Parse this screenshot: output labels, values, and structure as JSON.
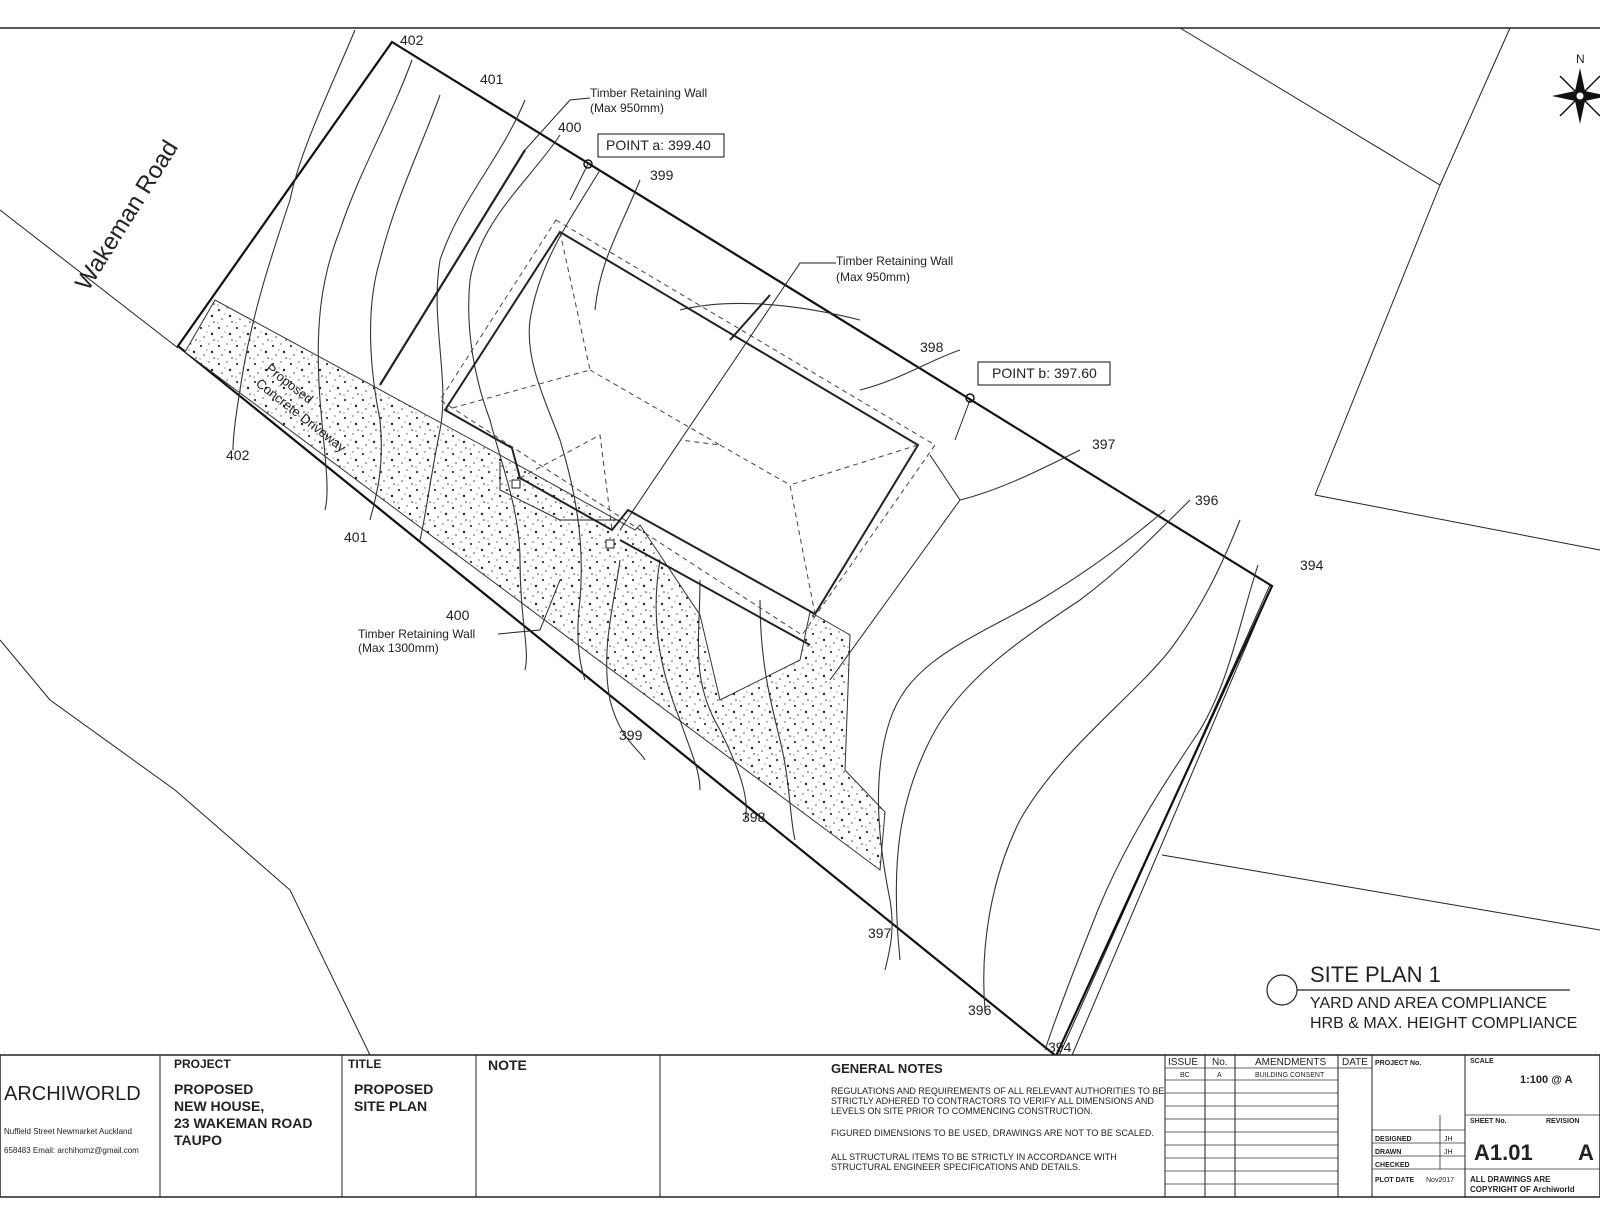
{
  "road_name": "Wakeman Road",
  "points": [
    {
      "name": "POINT a",
      "value": "POINT a: 399.40"
    },
    {
      "name": "POINT b",
      "value": "POINT b: 397.60"
    }
  ],
  "walls": [
    {
      "line1": "Timber Retaining Wall",
      "line2": "(Max 950mm)"
    },
    {
      "line1": "Timber Retaining Wall",
      "line2": "(Max 950mm)"
    },
    {
      "line1": "Timber Retaining Wall",
      "line2": "(Max 1300mm)"
    }
  ],
  "driveway": {
    "line1": "Proposed",
    "line2": "Concrete Driveway"
  },
  "contour_labels": [
    "402",
    "401",
    "400",
    "399",
    "398",
    "397",
    "396",
    "394",
    "402",
    "401",
    "400",
    "399",
    "398",
    "397",
    "396",
    "394"
  ],
  "north": "N",
  "plan_title": {
    "title": "SITE PLAN 1",
    "line1": "YARD AND AREA COMPLIANCE",
    "line2": "HRB & MAX. HEIGHT COMPLIANCE"
  },
  "title_block": {
    "company": "ARCHIWORLD",
    "address": "Nuffield Street Newmarket Auckland",
    "contact": "658483  Email: archihomz@gmail.com",
    "project_label": "PROJECT",
    "project_lines": [
      "PROPOSED",
      "NEW HOUSE,",
      "23 WAKEMAN ROAD",
      "TAUPO"
    ],
    "title_label": "TITLE",
    "title_lines": [
      "PROPOSED",
      "SITE PLAN"
    ],
    "note_label": "NOTE",
    "general_notes_label": "GENERAL NOTES",
    "general_notes": [
      "REGULATIONS AND REQUIREMENTS OF ALL RELEVANT AUTHORITIES TO BE",
      "STRICTLY ADHERED TO CONTRACTORS TO VERIFY ALL DIMENSIONS AND",
      "LEVELS ON SITE PRIOR TO COMMENCING CONSTRUCTION.",
      "FIGURED DIMENSIONS TO BE USED, DRAWINGS ARE NOT TO BE SCALED.",
      "ALL STRUCTURAL ITEMS TO BE STRICTLY IN ACCORDANCE WITH",
      "STRUCTURAL ENGINEER SPECIFICATIONS AND DETAILS."
    ],
    "amend_headers": {
      "issue": "ISSUE",
      "no": "No.",
      "amendments": "AMENDMENTS",
      "date": "DATE"
    },
    "amend_row": {
      "issue": "BC",
      "no": "A",
      "amendment": "BUILDING CONSENT"
    },
    "project_no_label": "PROJECT No.",
    "designed_label": "DESIGNED",
    "designed_by": "JH",
    "drawn_label": "DRAWN",
    "drawn_by": "JH",
    "checked_label": "CHECKED",
    "plot_date_label": "PLOT DATE",
    "plot_date": "Nov2017",
    "scale_label": "SCALE",
    "scale_value": "1:100 @ A",
    "sheet_no_label": "SHEET No.",
    "sheet_no": "A1.01",
    "revision_label": "REVISION",
    "revision": "A",
    "copyright_1": "ALL DRAWINGS ARE",
    "copyright_2": "COPYRIGHT OF Archiworld"
  }
}
